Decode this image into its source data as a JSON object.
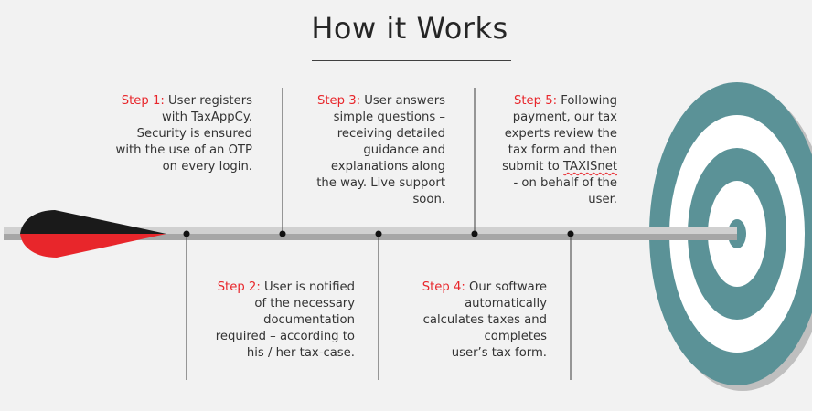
{
  "title": "How it Works",
  "steps": [
    {
      "label": "Step",
      "number": "1",
      "lines": [
        "User registers",
        "with TaxAppCy.",
        "Security is ensured",
        "with the use of an OTP",
        "on every login."
      ]
    },
    {
      "label": "Step",
      "number": "2",
      "lines": [
        "User is notified",
        "of the necessary",
        "documentation",
        "required – according to",
        "his / her tax-case."
      ]
    },
    {
      "label": "Step",
      "number": "3",
      "lines": [
        "User answers",
        "simple questions –",
        "receiving detailed",
        "guidance and",
        "explanations along",
        "the way. Live support",
        "soon."
      ]
    },
    {
      "label": "Step",
      "number": "4",
      "lines": [
        "Our software",
        "automatically",
        "calculates taxes and",
        "completes",
        "user’s tax form."
      ]
    },
    {
      "label": "Step",
      "number": "5",
      "lines": [
        "Following",
        "payment, our tax",
        "experts review the",
        "tax form and then",
        "submit to TAXISnet",
        "- on behalf of the",
        "user."
      ]
    }
  ],
  "colors": {
    "accent_red": "#e8262b",
    "target_teal": "#5b9297",
    "arrow_black": "#1a1a1a",
    "shaft_gray": "#a6a6a6"
  },
  "icons": [
    "arrow-fletching-icon",
    "target-icon"
  ]
}
